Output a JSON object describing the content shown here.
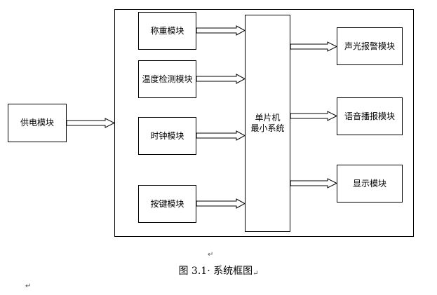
{
  "diagram": {
    "power": "供电模块",
    "mcu_line1": "单片机",
    "mcu_line2": "最小系统",
    "inputs": [
      "称重模块",
      "温度检测模块",
      "时钟模块",
      "按键模块"
    ],
    "outputs": [
      "声光报警模块",
      "语音播报模块",
      "显示模块"
    ]
  },
  "caption": "图 3.1· 系统框图",
  "marks": {
    "paragraph": "↵"
  }
}
